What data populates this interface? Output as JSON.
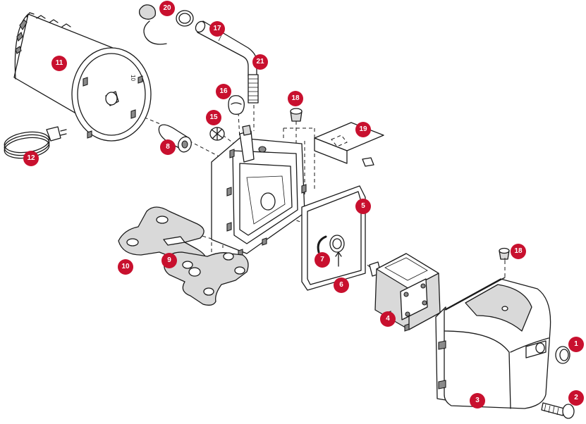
{
  "diagram": {
    "callout_color": "#c8102e",
    "callouts": [
      {
        "id": "1",
        "label": "1"
      },
      {
        "id": "2",
        "label": "2"
      },
      {
        "id": "3",
        "label": "3"
      },
      {
        "id": "4",
        "label": "4"
      },
      {
        "id": "5",
        "label": "5"
      },
      {
        "id": "6",
        "label": "6"
      },
      {
        "id": "7",
        "label": "7"
      },
      {
        "id": "8",
        "label": "8"
      },
      {
        "id": "9",
        "label": "9"
      },
      {
        "id": "10",
        "label": "10"
      },
      {
        "id": "11",
        "label": "11"
      },
      {
        "id": "12",
        "label": "12"
      },
      {
        "id": "15",
        "label": "15"
      },
      {
        "id": "16",
        "label": "16"
      },
      {
        "id": "17",
        "label": "17"
      },
      {
        "id": "18a",
        "label": "18"
      },
      {
        "id": "18b",
        "label": "18"
      },
      {
        "id": "19",
        "label": "19"
      },
      {
        "id": "20",
        "label": "20"
      },
      {
        "id": "21",
        "label": "21"
      }
    ],
    "motor_end_text": "10"
  }
}
